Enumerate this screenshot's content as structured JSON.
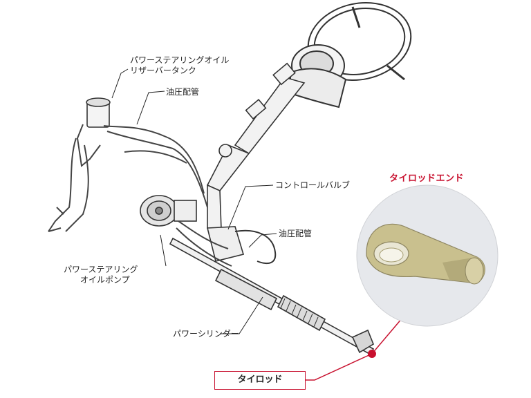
{
  "labels": {
    "reservoir_tank_line1": "パワーステアリングオイル",
    "reservoir_tank_line2": "リザーバータンク",
    "oil_pipe_upper": "油圧配管",
    "control_valve": "コントロールバルブ",
    "oil_pipe_right": "油圧配管",
    "pump_line1": "パワーステアリング",
    "pump_line2": "オイルポンプ",
    "power_cylinder": "パワーシリンダー",
    "tie_rod_end": "タイロッドエンド",
    "tie_rod": "タイロッド"
  },
  "colors": {
    "accent_red": "#c8102e",
    "line_gray": "#444444",
    "photo_bg": "#e6e8ec"
  }
}
